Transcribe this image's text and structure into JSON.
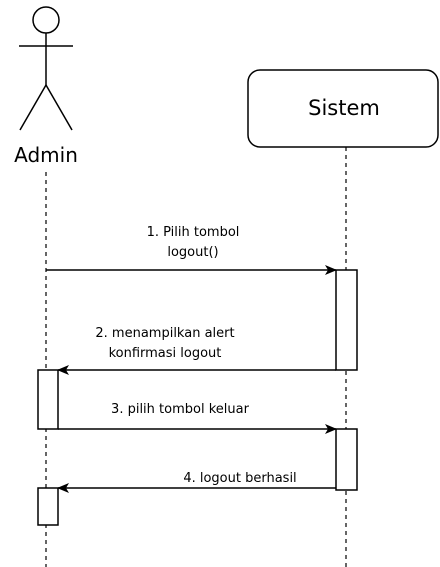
{
  "participants": {
    "actor": {
      "label": "Admin",
      "icon": "stick-figure-icon"
    },
    "system": {
      "label": "Sistem"
    }
  },
  "messages": [
    {
      "number": 1,
      "lines": [
        "1. Pilih tombol",
        "logout()"
      ],
      "from": "actor",
      "to": "system",
      "style": "solid"
    },
    {
      "number": 2,
      "lines": [
        "2. menampilkan alert",
        "konfirmasi logout"
      ],
      "from": "system",
      "to": "actor",
      "style": "solid"
    },
    {
      "number": 3,
      "lines": [
        "3. pilih tombol keluar"
      ],
      "from": "actor",
      "to": "system",
      "style": "solid"
    },
    {
      "number": 4,
      "lines": [
        "4. logout berhasil"
      ],
      "from": "system",
      "to": "actor",
      "style": "solid"
    }
  ],
  "colors": {
    "line": "#000000",
    "background": "#ffffff"
  }
}
